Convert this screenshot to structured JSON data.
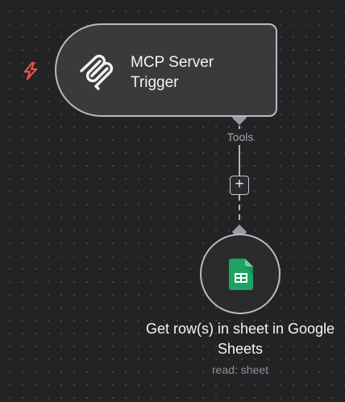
{
  "trigger_node": {
    "title": "MCP Server Trigger",
    "icon": "mcp-logo-icon",
    "badge_icon": "lightning-bolt-icon"
  },
  "connector": {
    "label": "Tools",
    "add_button_label": "+"
  },
  "action_node": {
    "title": "Get row(s) in sheet in Google Sheets",
    "subtitle": "read: sheet",
    "icon": "google-sheets-icon"
  },
  "colors": {
    "canvas_background": "#232325",
    "node_background": "#3a3a3c",
    "node_border": "#b9b9c0",
    "trigger_accent": "#e5534b",
    "sheets_green": "#1ea362",
    "connector": "#b4b4bc"
  }
}
